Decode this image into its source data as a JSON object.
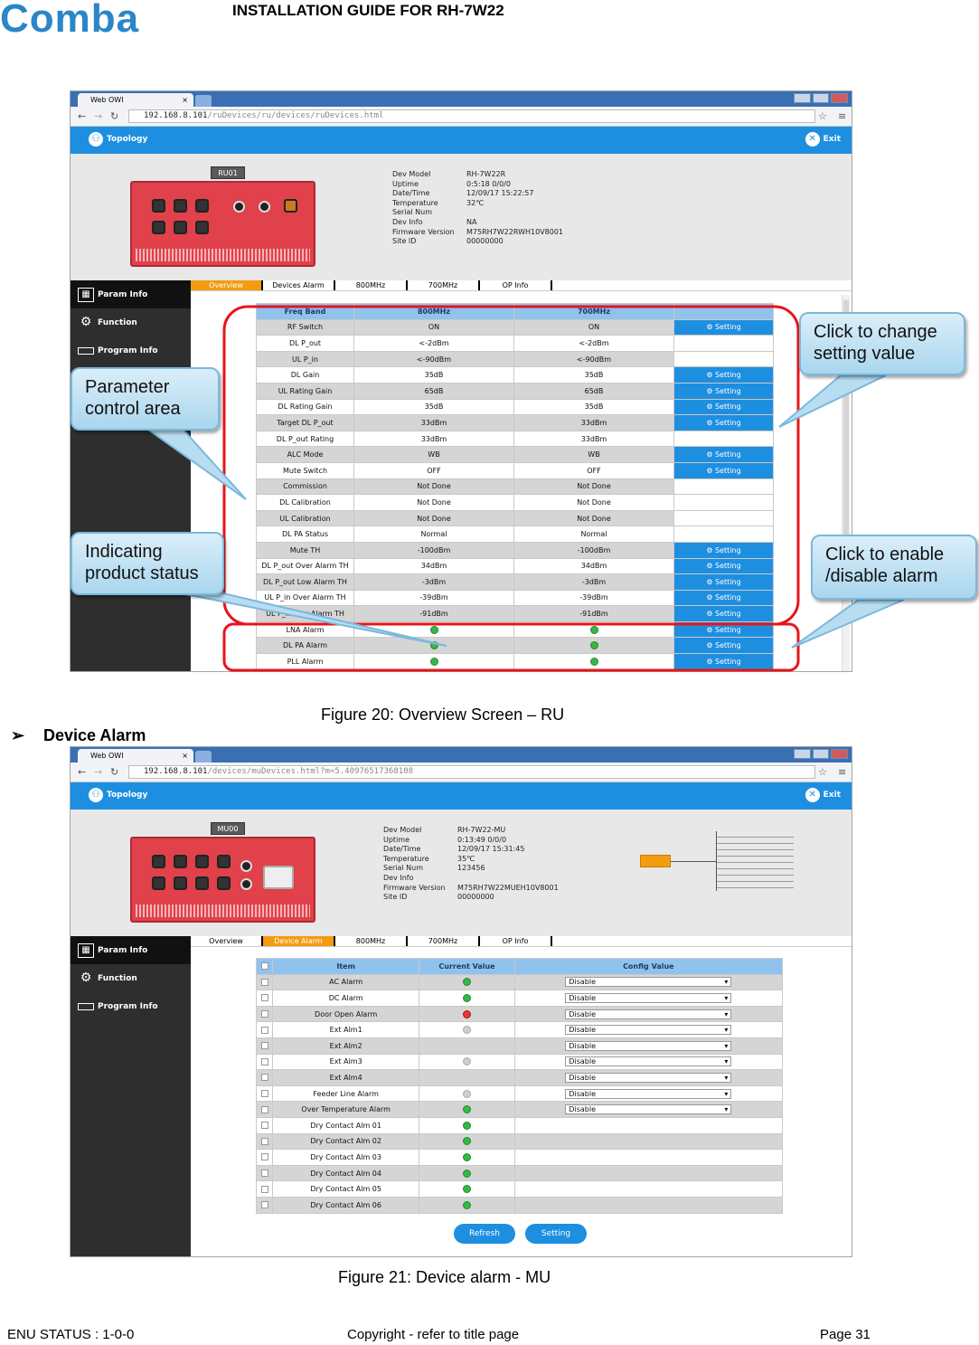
{
  "header": {
    "logo": "Comba",
    "title": "INSTALLATION GUIDE FOR RH-7W22"
  },
  "browser": {
    "tab_title": "Web OWI",
    "tab_close": "×",
    "url_fig20_host": "192.168.8.101",
    "url_fig20_path": "/ruDevices/ru/devices/ruDevices.html",
    "url_fig21_host": "192.168.8.101",
    "url_fig21_path": "/devices/muDevices.html?m=5.40976517368108"
  },
  "app": {
    "topology_label": "Topology",
    "exit_label": "Exit",
    "sidebar": [
      "Param Info",
      "Function",
      "Program Info"
    ]
  },
  "fig20": {
    "device_label": "RU01",
    "info": [
      [
        "Dev Model",
        "RH-7W22R"
      ],
      [
        "Uptime",
        "0:5:18 0/0/0"
      ],
      [
        "Date/Time",
        "12/09/17 15:22:57"
      ],
      [
        "Temperature",
        "32℃"
      ],
      [
        "Serial Num",
        ""
      ],
      [
        "Dev Info",
        "NA"
      ],
      [
        "Firmware Version",
        "M75RH7W22RWH10V8001"
      ],
      [
        "Site ID",
        "00000000"
      ]
    ],
    "subtabs": [
      "Overview",
      "Devices Alarm",
      "800MHz",
      "700MHz",
      "OP Info"
    ],
    "active_tab": "Overview",
    "table_headers": [
      "Freq Band",
      "800MHz",
      "700MHz",
      ""
    ],
    "setting_label": "Setting",
    "rows": [
      [
        "RF Switch",
        "ON",
        "ON",
        true
      ],
      [
        "DL P_out",
        "<-2dBm",
        "<-2dBm",
        false
      ],
      [
        "UL P_in",
        "<-90dBm",
        "<-90dBm",
        false
      ],
      [
        "DL Gain",
        "35dB",
        "35dB",
        true
      ],
      [
        "UL Rating Gain",
        "65dB",
        "65dB",
        true
      ],
      [
        "DL Rating Gain",
        "35dB",
        "35dB",
        true
      ],
      [
        "Target DL P_out",
        "33dBm",
        "33dBm",
        true
      ],
      [
        "DL P_out Rating",
        "33dBm",
        "33dBm",
        false
      ],
      [
        "ALC Mode",
        "WB",
        "WB",
        true
      ],
      [
        "Mute Switch",
        "OFF",
        "OFF",
        true
      ],
      [
        "Commission",
        "Not Done",
        "Not Done",
        false
      ],
      [
        "DL Calibration",
        "Not Done",
        "Not Done",
        false
      ],
      [
        "UL Calibration",
        "Not Done",
        "Not Done",
        false
      ],
      [
        "DL PA Status",
        "Normal",
        "Normal",
        false
      ],
      [
        "Mute TH",
        "-100dBm",
        "-100dBm",
        true
      ],
      [
        "DL P_out Over Alarm TH",
        "34dBm",
        "34dBm",
        true
      ],
      [
        "DL P_out Low Alarm TH",
        "-3dBm",
        "-3dBm",
        true
      ],
      [
        "UL P_in Over Alarm TH",
        "-39dBm",
        "-39dBm",
        true
      ],
      [
        "UL P_in Low Alarm TH",
        "-91dBm",
        "-91dBm",
        true
      ]
    ],
    "alarm_rows": [
      "LNA Alarm",
      "DL PA Alarm",
      "PLL Alarm"
    ],
    "callouts": {
      "parameter": "Parameter control area",
      "change": "Click to change setting value",
      "status": "Indicating product status",
      "enable": "Click to enable /disable alarm"
    },
    "caption": "Figure 20: Overview Screen – RU"
  },
  "bullet": "Device Alarm",
  "fig21": {
    "device_label": "MU00",
    "info": [
      [
        "Dev Model",
        "RH-7W22-MU"
      ],
      [
        "Uptime",
        "0:13:49 0/0/0"
      ],
      [
        "Date/Time",
        "12/09/17 15:31:45"
      ],
      [
        "Temperature",
        "35℃"
      ],
      [
        "Serial Num",
        "123456"
      ],
      [
        "Dev Info",
        ""
      ],
      [
        "Firmware Version",
        "M75RH7W22MUEH10V8001"
      ],
      [
        "Site ID",
        "00000000"
      ]
    ],
    "subtabs": [
      "Overview",
      "Device Alarm",
      "800MHz",
      "700MHz",
      "OP Info"
    ],
    "active_tab": "Device Alarm",
    "table_headers": [
      "Item",
      "Current Value",
      "Config Value"
    ],
    "rows": [
      [
        "AC Alarm",
        "green",
        "Disable"
      ],
      [
        "DC Alarm",
        "green",
        "Disable"
      ],
      [
        "Door Open Alarm",
        "red",
        "Disable"
      ],
      [
        "Ext Alm1",
        "grey",
        "Disable"
      ],
      [
        "Ext Alm2",
        "none",
        "Disable"
      ],
      [
        "Ext Alm3",
        "grey",
        "Disable"
      ],
      [
        "Ext Alm4",
        "none",
        "Disable"
      ],
      [
        "Feeder Line Alarm",
        "grey",
        "Disable"
      ],
      [
        "Over Temperature Alarm",
        "green",
        "Disable"
      ],
      [
        "Dry Contact Alm 01",
        "green",
        ""
      ],
      [
        "Dry Contact Alm 02",
        "green",
        ""
      ],
      [
        "Dry Contact Alm 03",
        "green",
        ""
      ],
      [
        "Dry Contact Alm 04",
        "green",
        ""
      ],
      [
        "Dry Contact Alm 05",
        "green",
        ""
      ],
      [
        "Dry Contact Alm 06",
        "green",
        ""
      ]
    ],
    "buttons": {
      "refresh": "Refresh",
      "setting": "Setting"
    },
    "caption": "Figure 21: Device alarm - MU"
  },
  "footer": {
    "status": "ENU STATUS : 1-0-0",
    "copyright": "Copyright - refer to title page",
    "page": "Page 31"
  }
}
